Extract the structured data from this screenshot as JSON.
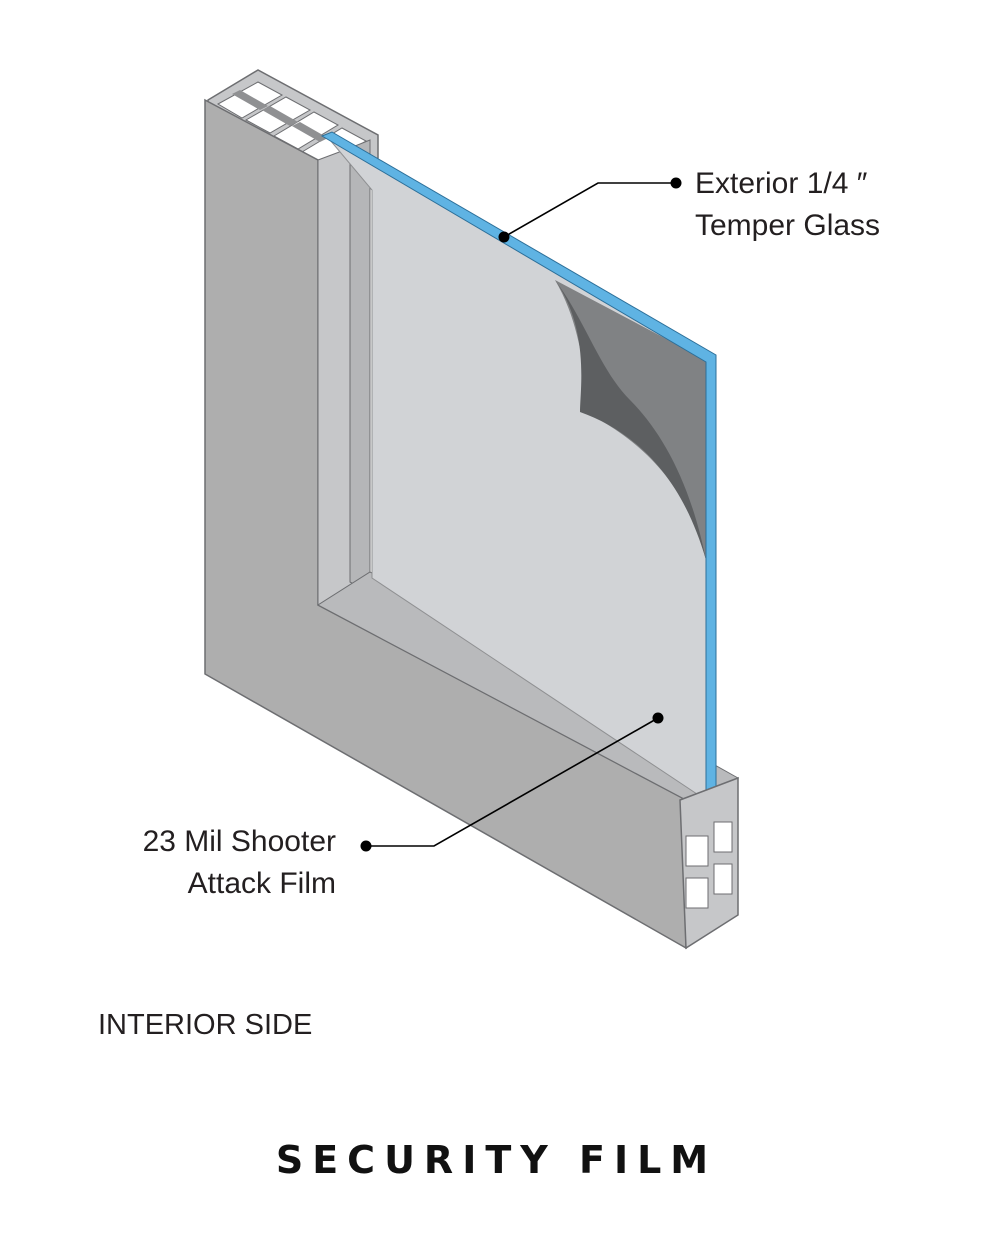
{
  "labels": {
    "exterior_glass": [
      "Exterior 1/4 ″",
      "Temper Glass"
    ],
    "film": [
      "23 Mil Shooter",
      "Attack Film"
    ],
    "interior_side": "INTERIOR SIDE"
  },
  "title": "SECURITY FILM",
  "colors": {
    "frame_front": "#aeaeae",
    "frame_light": "#c6c7c9",
    "frame_dark": "#8f9092",
    "glass_face": "#d1d3d6",
    "glass_edge_blue": "#5fb3e3",
    "film_peel_dark": "#808284",
    "text": "#231f20",
    "leader_line": "#000000"
  }
}
